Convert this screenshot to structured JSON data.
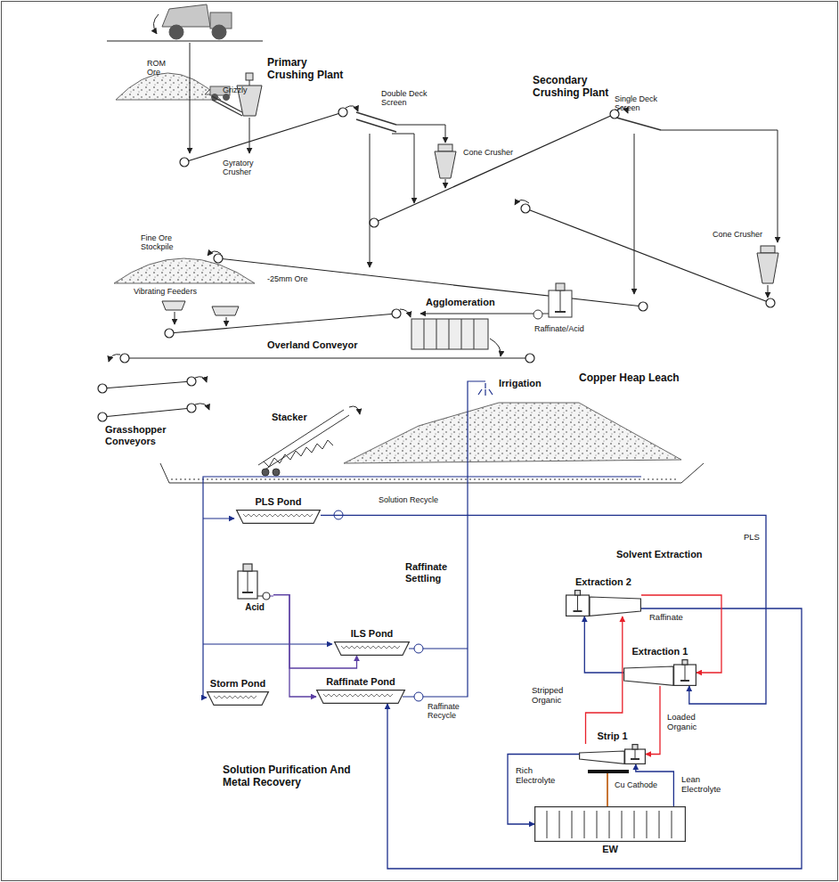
{
  "diagram": {
    "nodes": [
      {
        "text": [
          "PLS Pond"
        ]
      },
      {
        "text": [
          "Acid"
        ]
      },
      {
        "text": [
          "ILS Pond"
        ]
      },
      {
        "text": [
          "Raffinate Pond"
        ]
      },
      {
        "text": [
          "Storm Pond"
        ]
      },
      {
        "text": [
          "Extraction 2"
        ]
      },
      {
        "text": [
          "Extraction 1"
        ]
      },
      {
        "text": [
          "Strip 1"
        ]
      },
      {
        "text": [
          "EW"
        ]
      }
    ],
    "edges": [
      {
        "from": 0,
        "to": 6,
        "arrow": "to",
        "label": "PLS"
      },
      {
        "from": 6,
        "to": 5,
        "arrow": "to"
      },
      {
        "from": 5,
        "to": 3,
        "arrow": "to",
        "label": "Raffinate"
      },
      {
        "from": 7,
        "to": 5,
        "arrow": "to",
        "label": "Stripped Organic"
      },
      {
        "from": 6,
        "to": 7,
        "arrow": "to",
        "label": "Loaded Organic"
      },
      {
        "from": 5,
        "to": 6,
        "arrow": "to"
      },
      {
        "from": 7,
        "to": 8,
        "arrow": "to",
        "label": "Rich Electrolyte"
      },
      {
        "from": 8,
        "to": 7,
        "arrow": "to",
        "label": "Lean Electrolyte"
      },
      {
        "from": 1,
        "to": 2,
        "arrow": "to"
      },
      {
        "from": 1,
        "to": 3,
        "arrow": "to"
      }
    ],
    "labels": [
      "ROM Ore",
      "Grizzly",
      "Primary Crushing Plant",
      "Gyratory Crusher",
      "Double Deck Screen",
      "Cone Crusher",
      "Secondary Crushing Plant",
      "Single Deck Screen",
      "Cone Crusher",
      "Fine Ore Stockpile",
      "-25mm Ore",
      "Vibrating Feeders",
      "Agglomeration",
      "Raffinate/Acid",
      "Overland Conveyor",
      "Grasshopper Conveyors",
      "Stacker",
      "Irrigation",
      "Copper Heap Leach",
      "Solution Recycle",
      "Raffinate Settling",
      "Raffinate Recycle",
      "Solvent Extraction",
      "Cu Cathode",
      "Solution Purification And Metal Recovery"
    ]
  }
}
